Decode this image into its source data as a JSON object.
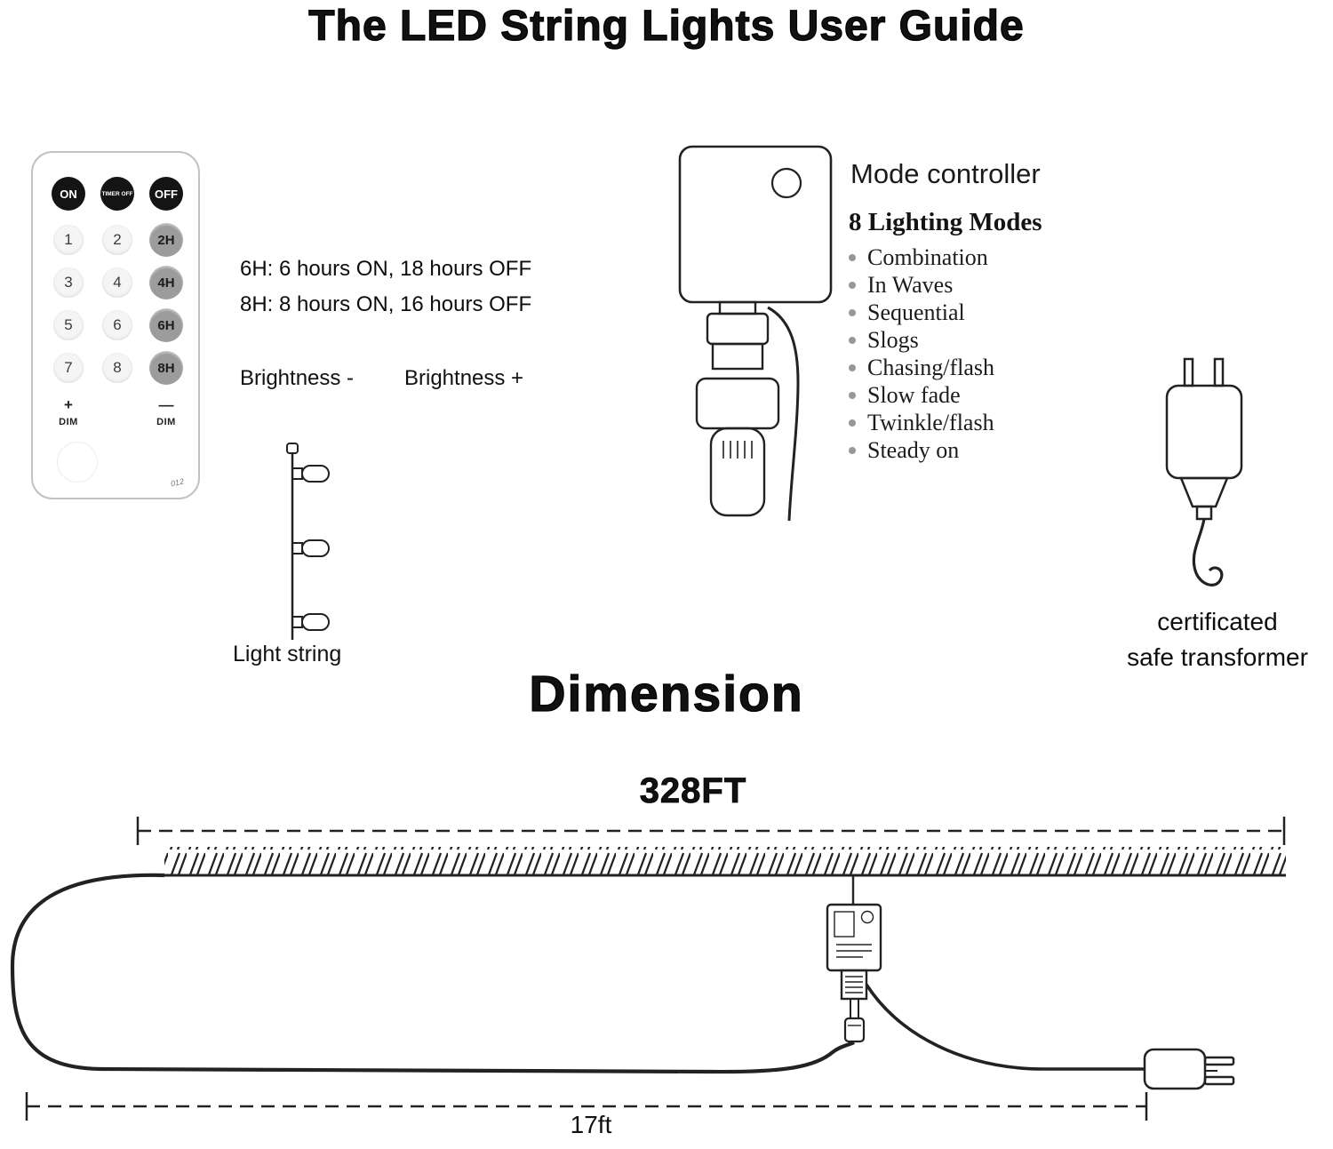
{
  "title": "The LED String Lights User Guide",
  "remote": {
    "power_buttons": [
      "ON",
      "TIMER OFF",
      "OFF"
    ],
    "grid": [
      [
        "1",
        "2",
        "2H"
      ],
      [
        "3",
        "4",
        "4H"
      ],
      [
        "5",
        "6",
        "6H"
      ],
      [
        "7",
        "8",
        "8H"
      ]
    ],
    "dim_plus": "+",
    "dim_minus": "—",
    "dim_label": "DIM",
    "code": "012"
  },
  "timer_notes": {
    "line1": "6H: 6 hours ON, 18 hours OFF",
    "line2": "8H: 8 hours ON, 16 hours OFF"
  },
  "brightness": {
    "minus": "Brightness -",
    "plus": "Brightness +"
  },
  "light_string_label": "Light string",
  "mode_controller": {
    "title": "Mode controller",
    "modes_heading": "8 Lighting Modes",
    "modes": [
      "Combination",
      "In Waves",
      "Sequential",
      "Slogs",
      "Chasing/flash",
      "Slow fade",
      "Twinkle/flash",
      "Steady on"
    ]
  },
  "transformer": {
    "line1": "certificated",
    "line2": "safe transformer"
  },
  "dimension": {
    "heading": "Dimension",
    "total_length": "328FT",
    "lead_length": "17ft"
  }
}
